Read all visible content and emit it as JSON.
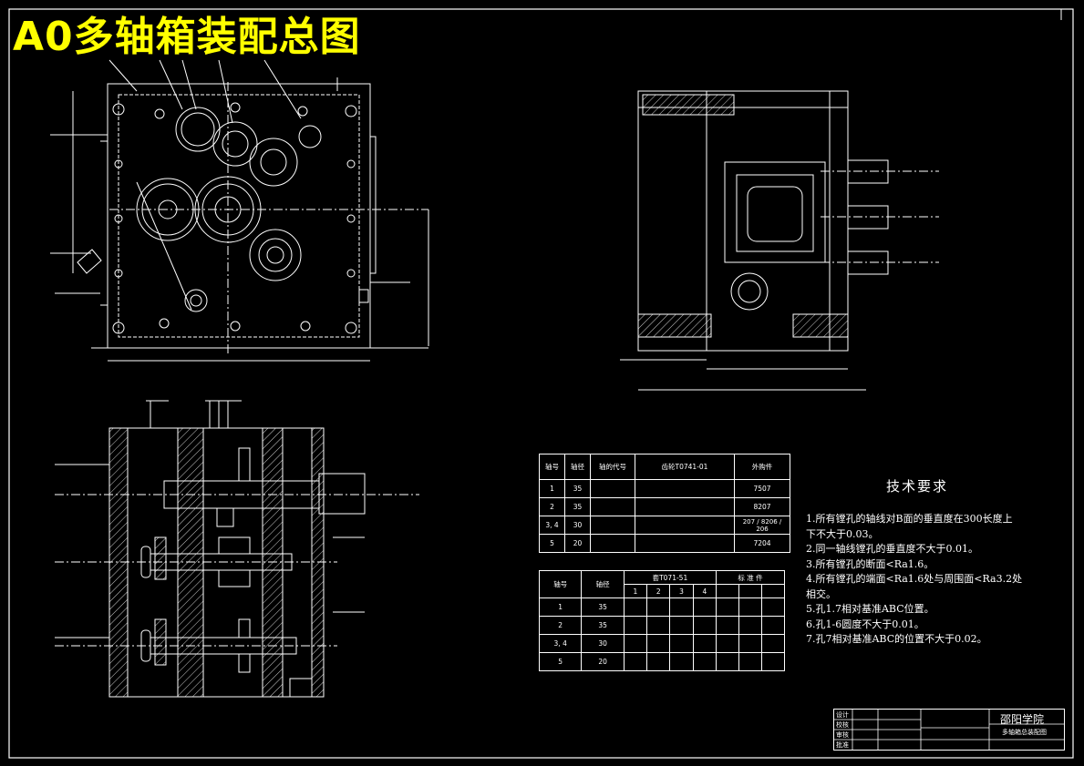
{
  "title": "A0多轴箱装配总图",
  "colors": {
    "title": "#ffff00",
    "lines": "#ffffff",
    "background": "#000000"
  },
  "table1": {
    "headers": [
      "轴号",
      "轴径",
      "轴的代号",
      "齿轮T0741-01",
      "外购件"
    ],
    "rows": [
      [
        "1",
        "35",
        "",
        "7507"
      ],
      [
        "2",
        "35",
        "",
        "8207"
      ],
      [
        "3, 4",
        "30",
        "",
        "207 / 8206 / 206"
      ],
      [
        "5",
        "20",
        "",
        "7204"
      ]
    ]
  },
  "table2": {
    "headers": [
      "轴号",
      "轴径",
      "套T071-51",
      "标 准 件"
    ],
    "subheaders": [
      "1",
      "2",
      "3",
      "4"
    ],
    "rows": [
      [
        "1",
        "35"
      ],
      [
        "2",
        "35"
      ],
      [
        "3, 4",
        "30"
      ],
      [
        "5",
        "20"
      ]
    ]
  },
  "tech": {
    "title": "技术要求",
    "items": [
      "1.所有镗孔的轴线对B面的垂直度在300长度上",
      "下不大于0.03。",
      "2.同一轴线镗孔的垂直度不大于0.01。",
      "3.所有镗孔的断面<Ra1.6。",
      "4.所有镗孔的端面<Ra1.6处与周围面<Ra3.2处",
      "相交。",
      "5.孔1.7相对基准ABC位置。",
      "6.孔1-6圆度不大于0.01。",
      "7.孔7相对基准ABC的位置不大于0.02。"
    ]
  },
  "title_block": {
    "school": "邵阳学院",
    "drawing_name": "多轴箱总装配图",
    "labels": [
      "设计",
      "校核",
      "审核",
      "批准"
    ]
  }
}
